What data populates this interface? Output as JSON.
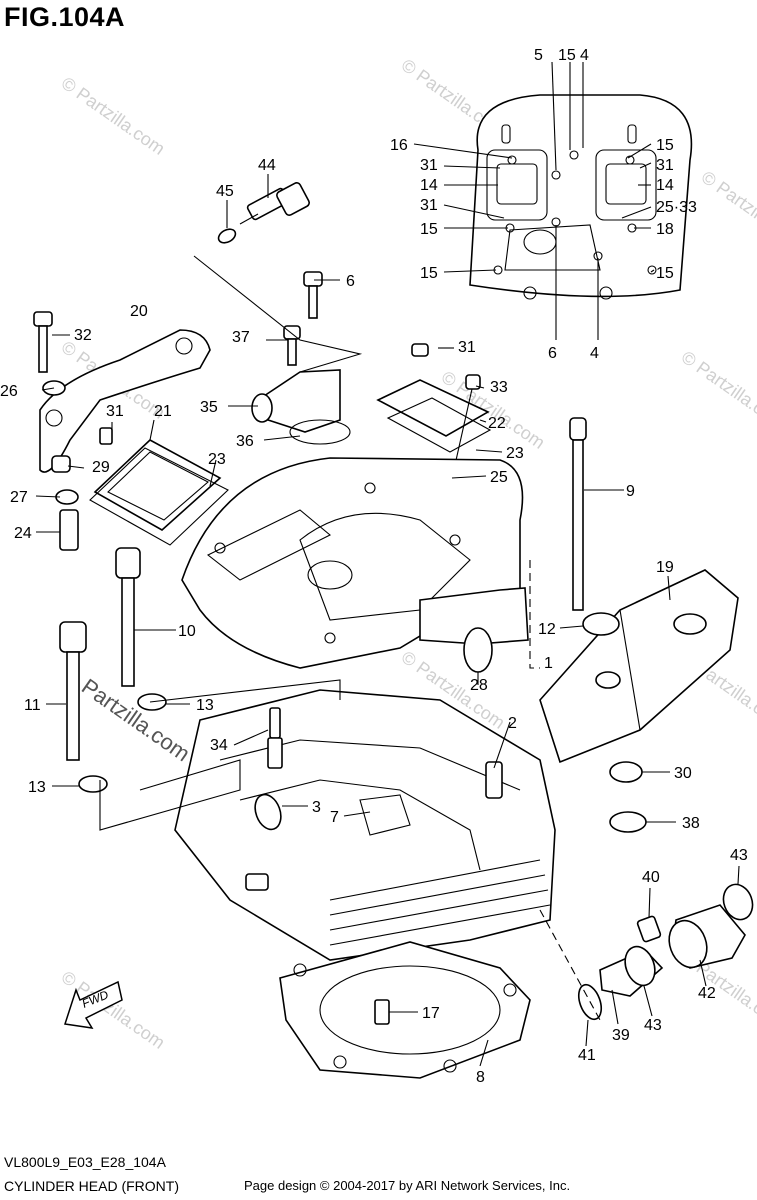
{
  "figure": {
    "title": "FIG.104A",
    "code": "VL800L9_E03_E28_104A",
    "description": "CYLINDER HEAD (FRONT)",
    "copyright": "Page design © 2004-2017 by ARI Network Services, Inc.",
    "watermark": "© Partzilla.com",
    "watermark_large": "Partzilla.com",
    "fwd_label": "FWD"
  },
  "callouts": [
    "5",
    "15",
    "4",
    "16",
    "15",
    "31",
    "31",
    "14",
    "14",
    "31",
    "25·33",
    "15",
    "18",
    "15",
    "15",
    "6",
    "4",
    "44",
    "45",
    "6",
    "32",
    "20",
    "37",
    "31",
    "26",
    "35",
    "31",
    "21",
    "33",
    "36",
    "22",
    "23",
    "29",
    "23",
    "25",
    "27",
    "24",
    "9",
    "19",
    "12",
    "10",
    "1",
    "28",
    "11",
    "13",
    "2",
    "34",
    "30",
    "13",
    "3",
    "38",
    "7",
    "43",
    "40",
    "42",
    "17",
    "43",
    "39",
    "41",
    "8"
  ]
}
